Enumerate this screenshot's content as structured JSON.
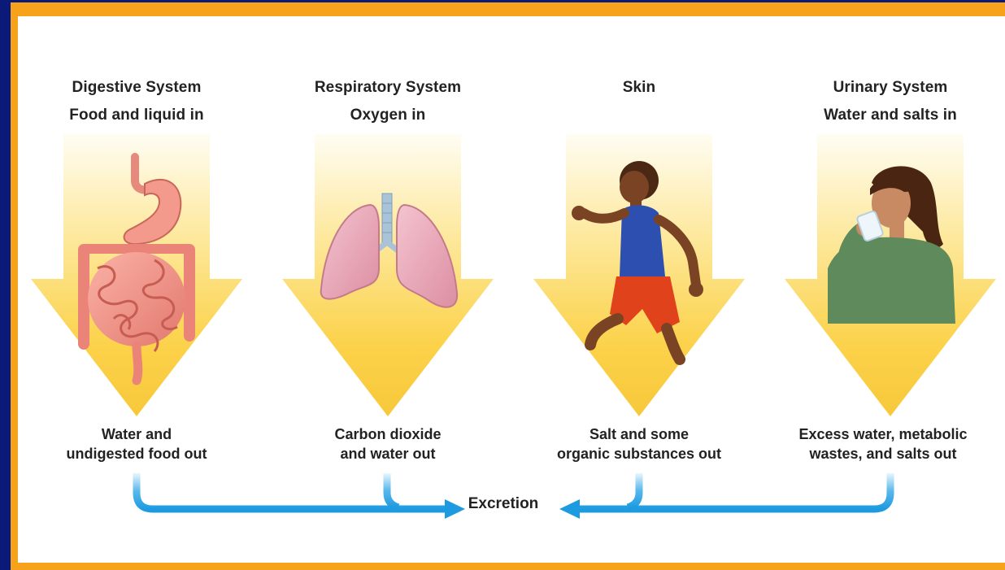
{
  "columns": [
    {
      "system": "Digestive System",
      "input": "Food and liquid in",
      "output_line1": "Water and",
      "output_line2": "undigested food out",
      "illustration": "digestive-tract"
    },
    {
      "system": "Respiratory System",
      "input": "Oxygen in",
      "output_line1": "Carbon dioxide",
      "output_line2": "and water out",
      "illustration": "lungs"
    },
    {
      "system": "Skin",
      "input": "",
      "output_line1": "Salt and some",
      "output_line2": "organic substances out",
      "illustration": "running-person"
    },
    {
      "system": "Urinary System",
      "input": "Water and salts in",
      "output_line1": "Excess water, metabolic",
      "output_line2": "wastes, and salts out",
      "illustration": "girl-drinking-water"
    }
  ],
  "excretion_label": "Excretion",
  "colors": {
    "background": "#0b1a78",
    "frame": "#f7a21b",
    "arrow": "#fcd24a",
    "flow": "#1e9be0"
  }
}
